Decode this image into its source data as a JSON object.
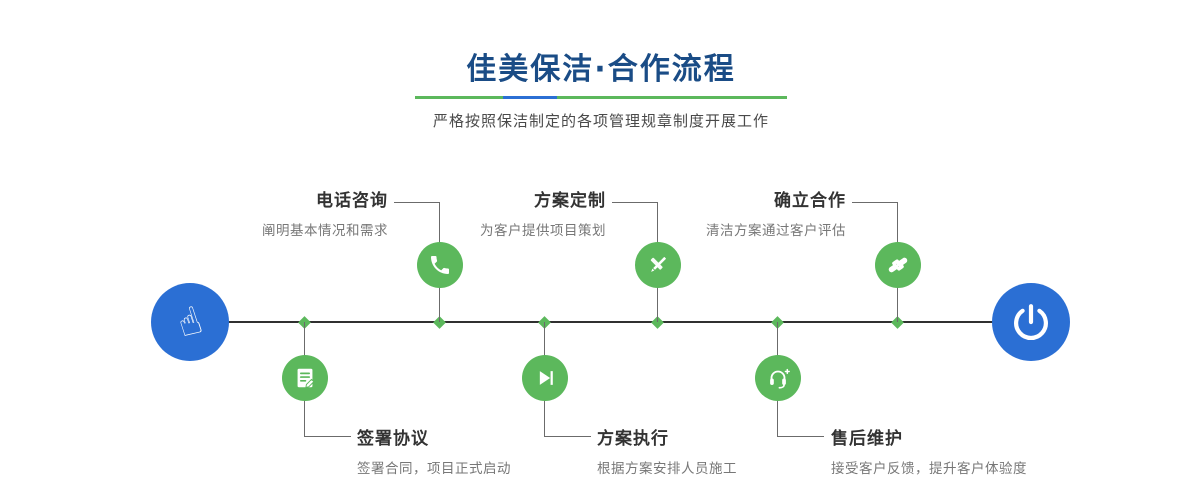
{
  "header": {
    "title": "佳美保洁·合作流程",
    "subtitle": "严格按照保洁制定的各项管理规章制度开展工作"
  },
  "colors": {
    "green": "#5cb85c",
    "blue": "#2b6fd4",
    "title": "#1a4c86",
    "line": "#303030"
  },
  "endpoints": {
    "start_icon": "pointing-hand-icon",
    "end_icon": "power-icon"
  },
  "steps": [
    {
      "title": "电话咨询",
      "desc": "阐明基本情况和需求",
      "icon": "phone-icon",
      "position": "top"
    },
    {
      "title": "方案定制",
      "desc": "为客户提供项目策划",
      "icon": "design-icon",
      "position": "top"
    },
    {
      "title": "确立合作",
      "desc": "清洁方案通过客户评估",
      "icon": "handshake-icon",
      "position": "top"
    },
    {
      "title": "签署协议",
      "desc": "签署合同，项目正式启动",
      "icon": "contract-icon",
      "position": "bottom"
    },
    {
      "title": "方案执行",
      "desc": "根据方案安排人员施工",
      "icon": "play-icon",
      "position": "bottom"
    },
    {
      "title": "售后维护",
      "desc": "接受客户反馈，提升客户体验度",
      "icon": "headset-icon",
      "position": "bottom"
    }
  ]
}
